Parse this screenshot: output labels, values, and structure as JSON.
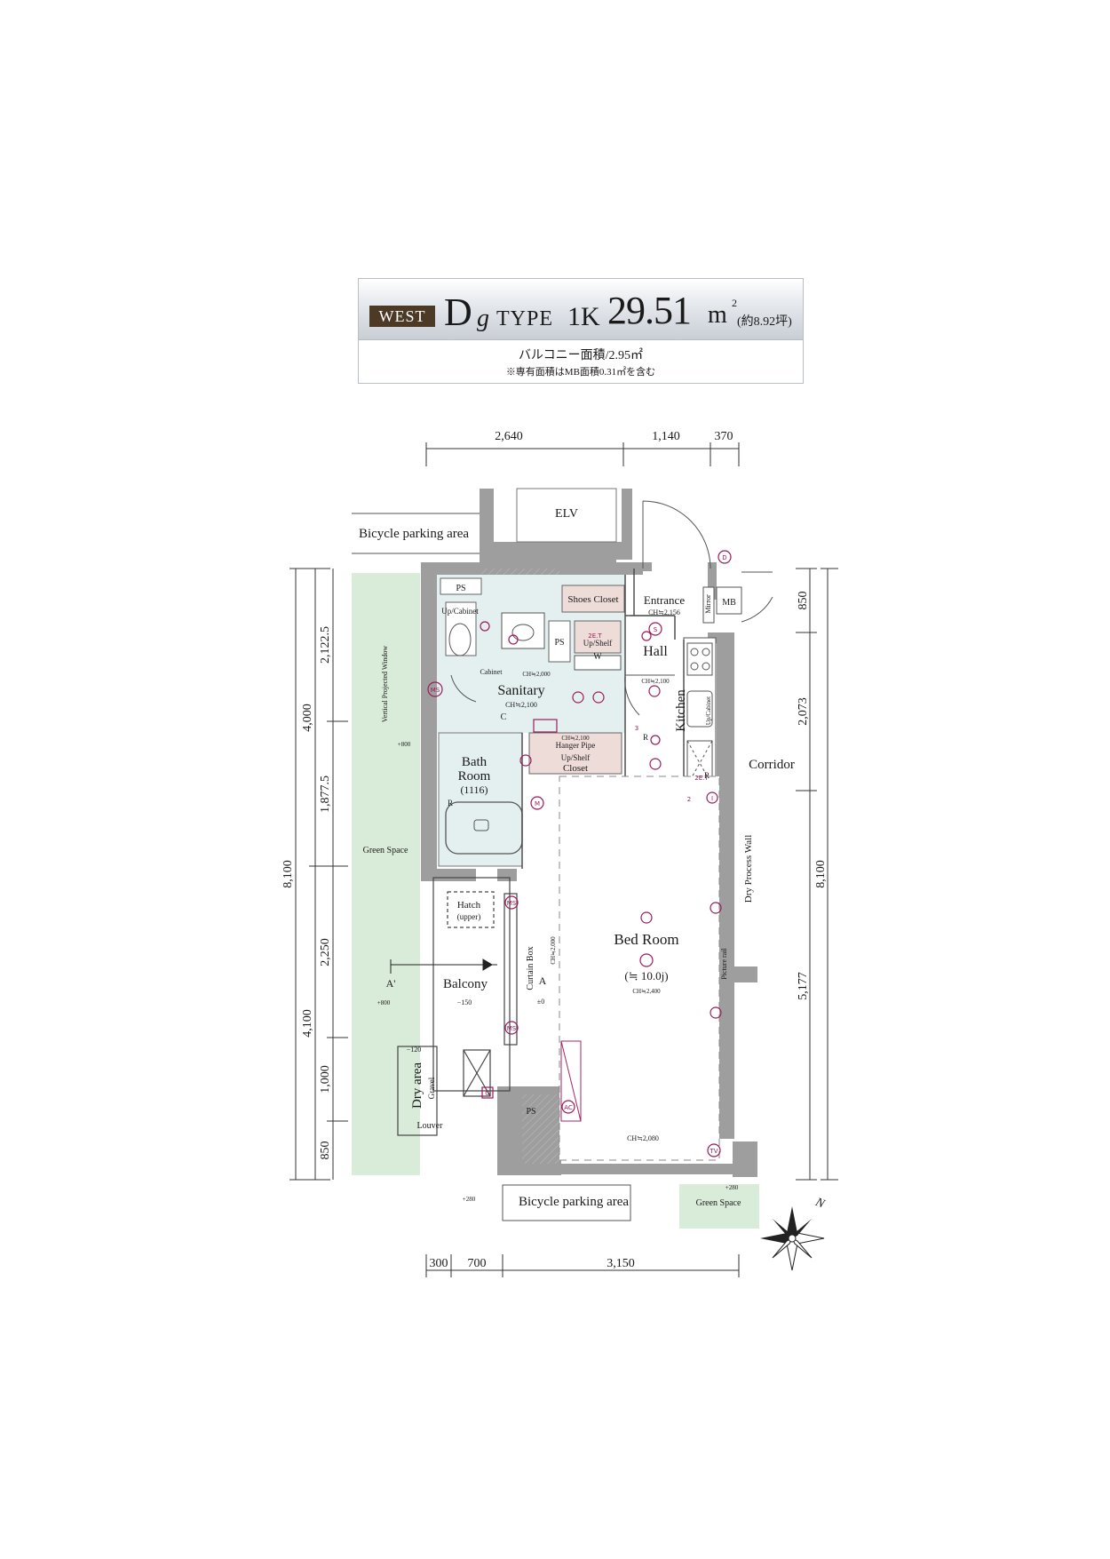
{
  "header": {
    "badge": "WEST",
    "type_letter": "D",
    "type_sub": "g",
    "type_word": "TYPE",
    "layout": "1K",
    "area": "29.51",
    "area_unit": "m",
    "area_sup": "2",
    "tsubo": "(約8.92坪)",
    "balcony_area": "バルコニー面積/2.95㎡",
    "mb_note": "※専有面積はMB面積0.31㎡を含む"
  },
  "dimensions": {
    "top": [
      "2,640",
      "1,140",
      "370"
    ],
    "bottom": [
      "300",
      "700",
      "3,150"
    ],
    "left_outer": [
      "8,100"
    ],
    "left_mid": [
      "4,000",
      "4,100"
    ],
    "left_inner": [
      "2,122.5",
      "1,877.5",
      "2,250",
      "1,000",
      "850"
    ],
    "right_inner": [
      "850",
      "2,073",
      "5,177"
    ],
    "right_outer": [
      "8,100"
    ]
  },
  "rooms": {
    "elv": "ELV",
    "bicycle_top": "Bicycle parking area",
    "bicycle_bottom": "Bicycle parking area",
    "ps_top": "PS",
    "ps_mid": "PS",
    "ps_bottom": "PS",
    "shoes_closet": "Shoes Closet",
    "entrance": "Entrance",
    "entrance_ch": "CH≒2,156",
    "mirror": "Mirror",
    "mb": "MB",
    "up_cabinet": "Up/Cabinet",
    "up_shelf": "Up/Shelf",
    "w": "W",
    "cabinet": "Cabinet",
    "ch_cabinet": "CH≒2,000",
    "hall": "Hall",
    "hall_ch": "CH≒2,100",
    "sanitary": "Sanitary",
    "sanitary_ch": "CH≒2,100",
    "kitchen": "Kitchen",
    "kitchen_cabinet": "Up/Cabinet",
    "window": "Vertical Projected Window",
    "c": "C",
    "bath_room": "Bath",
    "bath_room2": "Room",
    "bath_size": "(1116)",
    "closet_ch": "CH≒2,100",
    "hanger_pipe": "Hanger Pipe",
    "closet_shelf": "Up/Shelf",
    "closet": "Closet",
    "r1": "R",
    "r2": "R",
    "r3": "R",
    "corridor": "Corridor",
    "green_left": "Green Space",
    "green_bottom": "Green Space",
    "dry_process_wall": "Dry Process Wall",
    "hatch": "Hatch",
    "hatch2": "(upper)",
    "curtain_box": "Curtain Box",
    "curtain_ch": "CH≒2,000",
    "balcony": "Balcony",
    "balcony_level": "−150",
    "level_zero": "±0",
    "section_a": "A",
    "section_a_prime": "A'",
    "bed_room": "Bed Room",
    "bed_size": "(≒ 10.0j)",
    "bed_ch": "CH≒2,400",
    "picture_rail": "Picture rail",
    "bottom_ch": "CH≒2,080",
    "dry_area": "Dry area",
    "gravel": "Gravel",
    "louver": "Louver",
    "level_120": "−120",
    "level_800a": "+800",
    "level_800b": "+800",
    "level_280a": "+280",
    "level_280b": "+280"
  },
  "symbols": {
    "ms": "MS",
    "m": "M",
    "d": "D",
    "s": "S",
    "tv": "TV",
    "ac": "AC",
    "g": "G",
    "i": "I",
    "two": "2",
    "three": "3",
    "seet": "2E.T"
  },
  "compass": {
    "north": "N"
  },
  "colors": {
    "wall": "#9e9e9e",
    "sanitary_fill": "#e4f0ef",
    "closet_fill": "#eedcd8",
    "green_space": "#d9ebd9",
    "equipment": "#9b1c5c",
    "badge": "#4d3a26"
  }
}
